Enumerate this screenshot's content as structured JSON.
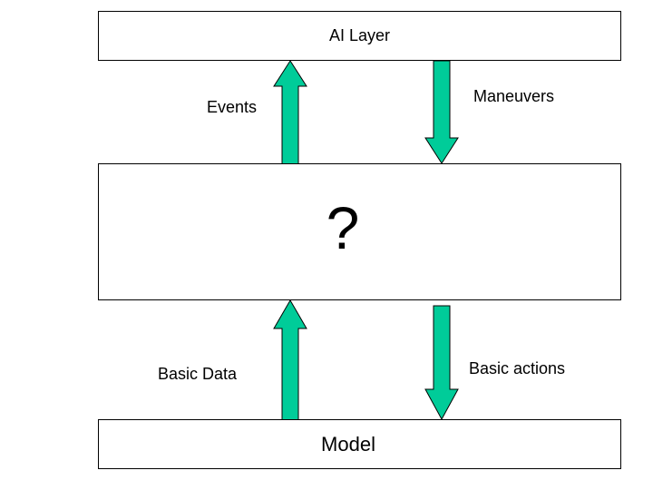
{
  "diagram": {
    "top_box": {
      "label": "AI Layer"
    },
    "middle_box": {
      "label": "?"
    },
    "bottom_box": {
      "label": "Model"
    },
    "upper_arrows": {
      "up_label": "Events",
      "down_label": "Maneuvers"
    },
    "lower_arrows": {
      "up_label": "Basic Data",
      "down_label": "Basic actions"
    },
    "colors": {
      "arrow_fill": "#00cc99",
      "stroke": "#000000",
      "box_fill": "#ffffff"
    }
  }
}
